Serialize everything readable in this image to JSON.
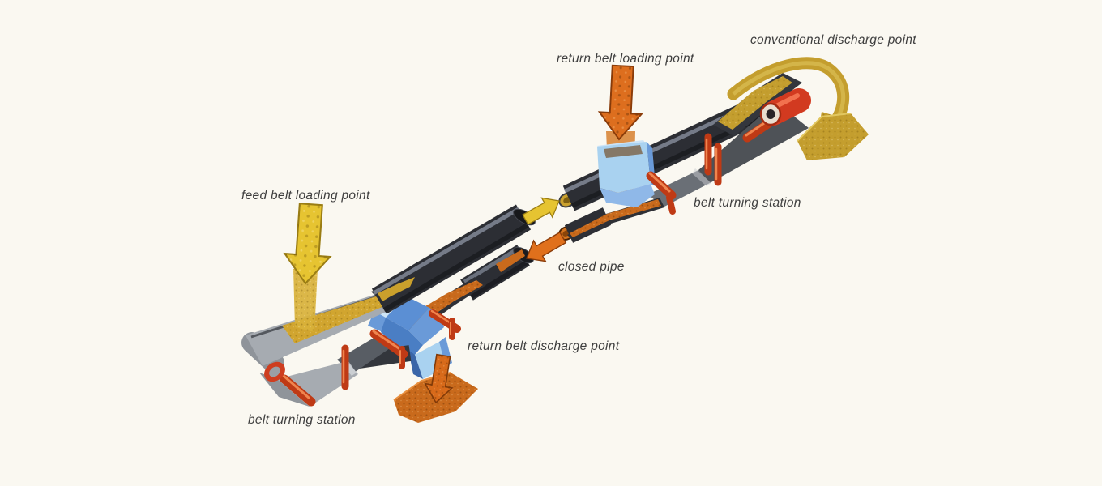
{
  "diagram": {
    "subject": "pipe conveyor belt system schematic",
    "labels": {
      "conventional_discharge_point": "conventional discharge point",
      "return_belt_loading_point": "return belt loading point",
      "feed_belt_loading_point": "feed belt loading point",
      "belt_turning_station_right": "belt turning station",
      "closed_pipe": "closed pipe",
      "return_belt_discharge_point": "return belt discharge point",
      "belt_turning_station_left": "belt turning station"
    },
    "colors": {
      "background": "#faf8f1",
      "pipe_belt_dark": "#2c2e34",
      "belt_gray": "#a6abb1",
      "idler_roller_red": "#bf3a15",
      "pulley_red": "#d23a20",
      "feed_material_gold": "#caa12e",
      "return_material_orange": "#c96a1c",
      "chute_blue_light": "#a9d2f0",
      "chute_blue_mid": "#6a9ad8",
      "arrow_yellow": "#e6c431",
      "arrow_orange": "#dd6e1e",
      "label_text": "#3e3e3e"
    }
  }
}
